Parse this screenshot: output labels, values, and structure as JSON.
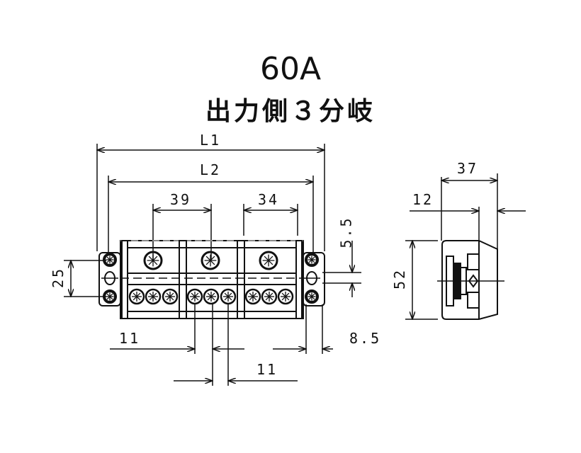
{
  "title": "60A",
  "subtitle": "出力側３分岐",
  "dimensions": {
    "l1": "L1",
    "l2": "L2",
    "upper_pitch": "39",
    "upper_pitch_2": "34",
    "top_offset": "5.5",
    "height_front": "25",
    "lower_pitch_left": "11",
    "lower_pitch_bottom": "11",
    "end_offset": "8.5",
    "side_depth": "37",
    "side_step": "12",
    "side_height": "52"
  },
  "colors": {
    "line": "#111111",
    "background": "#ffffff"
  }
}
